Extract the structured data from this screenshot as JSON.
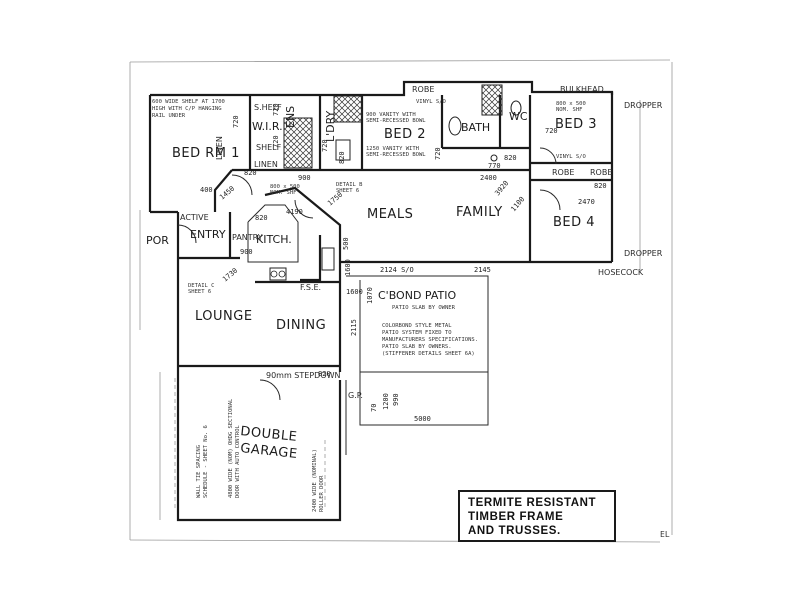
{
  "rooms": {
    "bed1": "BED RM 1",
    "wir": "W.I.R.",
    "ens": "ENS",
    "ldry": "L'DRY",
    "bed2": "BED 2",
    "bath": "BATH",
    "wc": "WC",
    "bed3": "BED 3",
    "meals": "MEALS",
    "family": "FAMILY",
    "bed4": "BED 4",
    "entry": "ENTRY",
    "por": "POR",
    "kitch": "KITCH.",
    "lounge": "LOUNGE",
    "dining": "DINING",
    "garage_line1": "DOUBLE",
    "garage_line2": "GARAGE",
    "patio": "C'BOND PATIO"
  },
  "labels": {
    "robe_top_left": "ROBE",
    "robe_mid": "ROBE",
    "robe_right": "ROBE",
    "linen_top": "LINEN",
    "linen_bottom": "LINEN",
    "shelf_top": "S.HELF",
    "shelf_bottom": "SHELF",
    "bulkhead": "BULKHEAD",
    "dropper_top": "DROPPER",
    "dropper_bottom": "DROPPER",
    "pantry": "PANTRY",
    "active": "ACTIVE",
    "hosecock": "HOSECOCK",
    "fse": "F.S.E.",
    "stepdown": "90mm STEPDOWN",
    "gp": "G.P."
  },
  "notes": {
    "shelf_note_1": "600 WIDE SHELF AT 1700",
    "shelf_note_2": "HIGH WITH C/P HANGING",
    "shelf_note_3": "RAIL UNDER",
    "vanity_1a": "900 VANITY WITH",
    "vanity_1b": "SEMI-RECESSED BOWL",
    "vanity_2a": "1250 VANITY WITH",
    "vanity_2b": "SEMI-RECESSED BOWL",
    "bed3_shelf_a": "800 x 500",
    "bed3_shelf_b": "NOM. SHF",
    "kitchen_shelf_a": "800 x 500",
    "kitchen_shelf_b": "NOM. SHF",
    "vinyl_top": "VINYL S/O",
    "vinyl_bed3": "VINYL S/O",
    "detail_b_a": "DETAIL B",
    "detail_b_b": "SHEET 6",
    "detail_c_a": "DETAIL C",
    "detail_c_b": "SHEET 6",
    "patio_sub": "PATIO SLAB BY OWNER",
    "patio_desc_1": "COLORBOND STYLE METAL",
    "patio_desc_2": "PATIO SYSTEM FIXED TO",
    "patio_desc_3": "MANUFACTURERS SPECIFICATIONS.",
    "patio_desc_4": "PATIO SLAB BY OWNERS.",
    "patio_desc_5": "(STIFFENER DETAILS SHEET 6A)",
    "garage_door_1": "4800 WIDE (NOM) OHDG SECTIONAL",
    "garage_door_2": "DOOR WITH AUTO CONTROL",
    "garage_note_1": "WALL TIE SPACING",
    "garage_note_2": "SCHEDULE - SHEET No. 6",
    "garage_note_3": "2400 WIDE (NOMINAL)",
    "garage_note_4": "ROLLER DOOR"
  },
  "dims": {
    "d720a": "720",
    "d720b": "720",
    "d720c": "720",
    "d720d": "720",
    "d720e": "720",
    "d720f": "720",
    "d820a": "820",
    "d820b": "820",
    "d820c": "820",
    "d820d": "820",
    "d820e": "820",
    "d820f": "820",
    "d1750": "1750",
    "d900a": "900",
    "d900b": "900",
    "d1730": "1730",
    "d2470": "2470",
    "d2124": "2124 S/O",
    "d2145": "2145",
    "d1070": "1070",
    "d2115": "2115",
    "d1600a": "1600",
    "d1600b": "1600",
    "d1200": "1200",
    "d5000": "5000",
    "d770": "770",
    "d2400": "2400",
    "d3920": "3920",
    "d400": "400",
    "d1100": "1100",
    "d4190": "4190",
    "d1450": "1450",
    "d990": "990",
    "d70": "70",
    "d500": "500"
  },
  "title_box": {
    "line1": "TERMITE RESISTANT",
    "line2": "TIMBER FRAME",
    "line3": "AND TRUSSES."
  },
  "corner_text": "EL"
}
